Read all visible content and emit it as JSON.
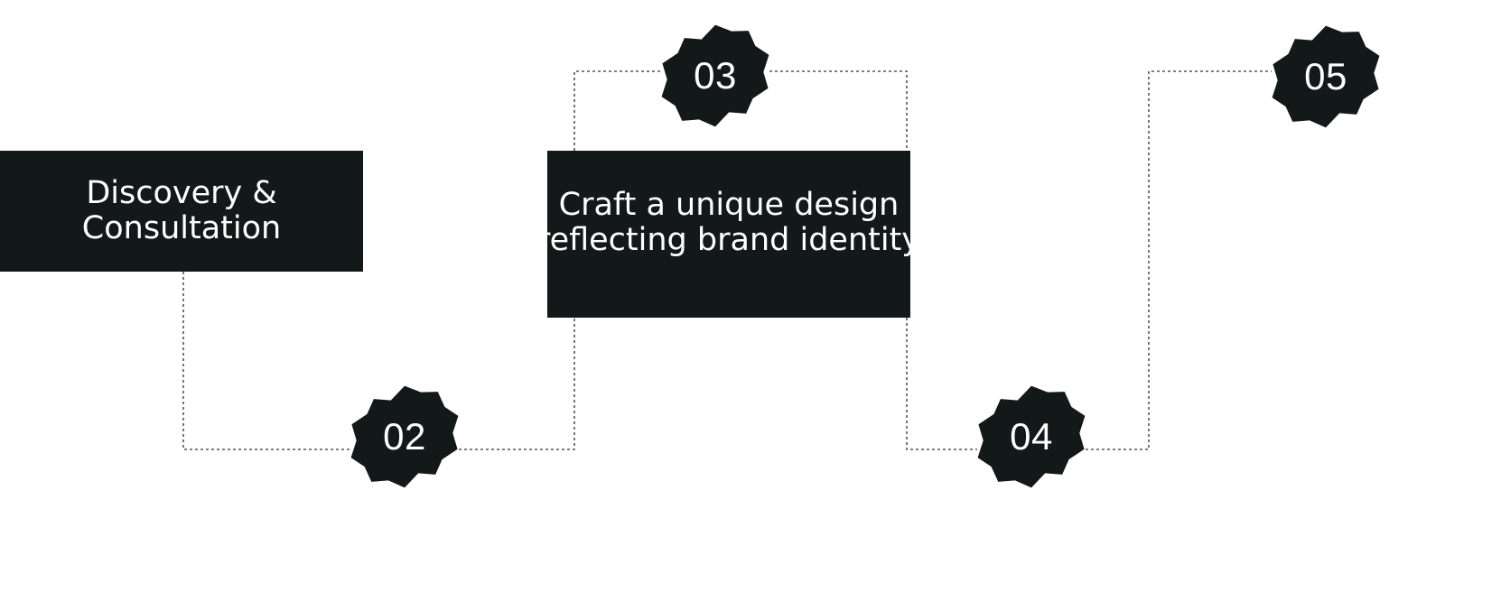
{
  "steps": [
    {
      "type": "block",
      "lines": [
        "Discovery &",
        "Consultation"
      ]
    },
    {
      "type": "badge",
      "number": "02"
    },
    {
      "type": "block",
      "lines": [
        "Craft a unique design",
        "reflecting brand identity"
      ]
    },
    {
      "type": "badge",
      "number": "04"
    },
    {
      "type": "badge",
      "number": "03"
    },
    {
      "type": "badge",
      "number": "05"
    }
  ],
  "colors": {
    "block_fill": "#131818",
    "text": "#ffffff",
    "connector": "#555555",
    "background": "#ffffff"
  },
  "icons": {
    "badge_shape": "nine-point-star-icon"
  }
}
